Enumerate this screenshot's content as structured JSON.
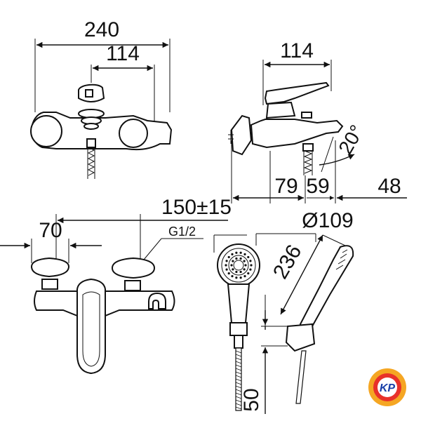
{
  "dimensions": {
    "top_view_total_width": "240",
    "top_view_handle_width": "114",
    "side_view_handle_width": "114",
    "side_view_79": "79",
    "side_view_59": "59",
    "side_view_48": "48",
    "side_view_angle": "20°",
    "center_distance": "150±15",
    "front_view_70": "70",
    "thread": "G1/2",
    "shower_head_diameter": "Ø109",
    "shower_length": "236",
    "holder_50": "50"
  },
  "logo": {
    "text": "KP",
    "colors": {
      "outer": "#f5a623",
      "inner": "#e8312a",
      "text": "#1a3fa8"
    }
  }
}
